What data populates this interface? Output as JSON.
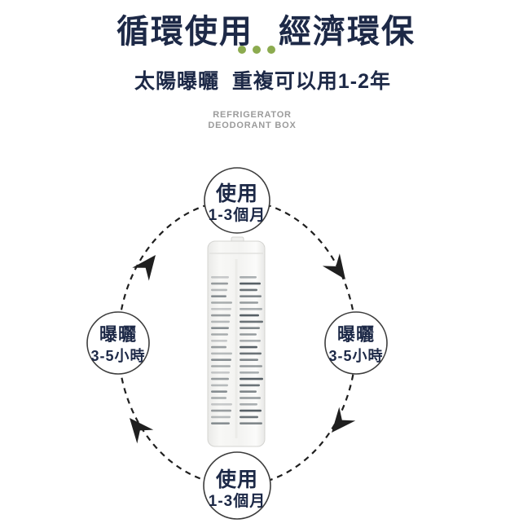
{
  "header": {
    "title": "循環使用 經濟環保",
    "subtitle": "太陽曝曬 重複可以用1-2年",
    "caption_line1": "REFRIGERATOR",
    "caption_line2": "DEODORANT BOX"
  },
  "cycle": {
    "top": {
      "line1": "使用",
      "line2": "1-3個月"
    },
    "right": {
      "line1": "曝曬",
      "line2": "3-5小時"
    },
    "bottom": {
      "line1": "使用",
      "line2": "1-3個月"
    },
    "left": {
      "line1": "曝曬",
      "line2": "3-5小時"
    }
  },
  "colors": {
    "navy": "#1d2947",
    "dot_green": "#8cab4f",
    "caption_gray": "#9b9b9b",
    "line_dark": "#1f1f1f",
    "circle_stroke": "#3c3c3c",
    "product_edge": "#d4d4d1",
    "slot_color": "#4a545a"
  }
}
